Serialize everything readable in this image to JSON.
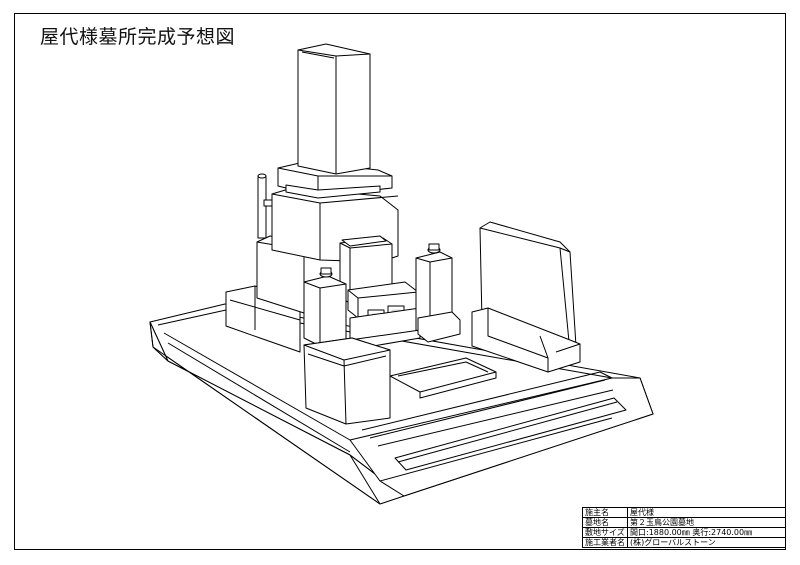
{
  "title": "屋代様墓所完成予想図",
  "info_table": [
    {
      "label": "施主名",
      "value": "屋代様"
    },
    {
      "label": "墓地名",
      "value": "第２玉鳥公園墓地"
    },
    {
      "label": "敷地サイズ",
      "value": "間口:1880.00㎜ 奥行:2740.00㎜"
    },
    {
      "label": "施工業者名",
      "value": "(株)グローバルストーン"
    }
  ]
}
